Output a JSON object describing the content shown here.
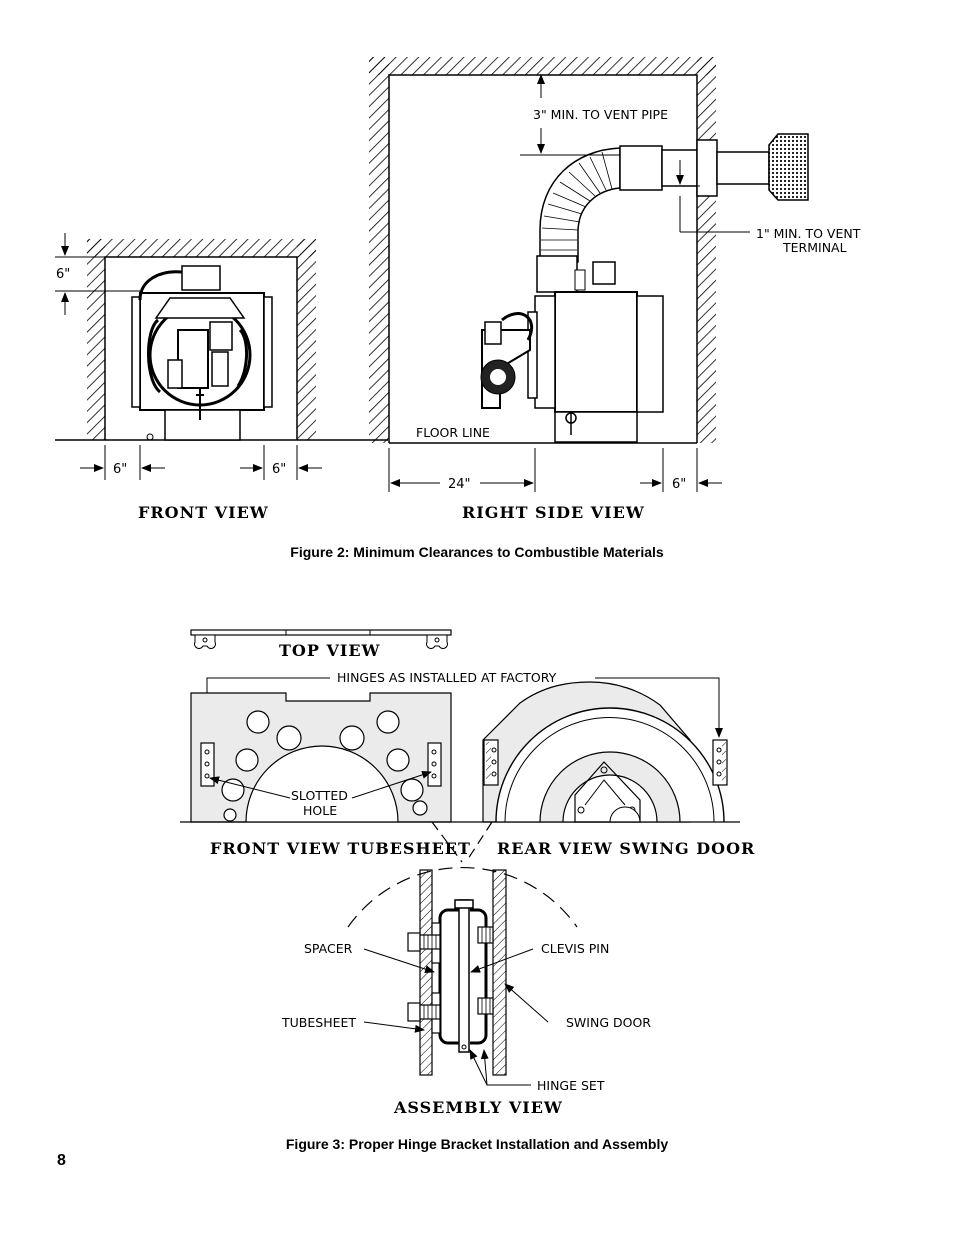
{
  "figure2": {
    "caption": "Figure 2:  Minimum Clearances to Combustible Materials",
    "front_view_title": "FRONT VIEW",
    "side_view_title": "RIGHT SIDE VIEW",
    "top_clearance": "6\"",
    "left_clearance": "6\"",
    "right_clearance": "6\"",
    "front_clearance": "24\"",
    "rear_clearance": "6\"",
    "vent_pipe_label": "3\" MIN. TO VENT PIPE",
    "vent_terminal_label_line1": "1\" MIN. TO VENT",
    "vent_terminal_label_line2": "TERMINAL",
    "floor_line": "FLOOR LINE"
  },
  "figure3": {
    "caption": "Figure 3: Proper Hinge Bracket Installation and Assembly",
    "top_view_title": "TOP VIEW",
    "hinges_label": "HINGES AS INSTALLED AT FACTORY",
    "slotted_hole_line1": "SLOTTED",
    "slotted_hole_line2": "HOLE",
    "front_view_title": "FRONT VIEW TUBESHEET",
    "rear_view_title": "REAR VIEW SWING DOOR",
    "spacer": "SPACER",
    "clevis_pin": "CLEVIS PIN",
    "tubesheet": "TUBESHEET",
    "swing_door": "SWING DOOR",
    "hinge_set": "HINGE SET",
    "assembly_view_title": "ASSEMBLY VIEW"
  },
  "page_number": "8"
}
